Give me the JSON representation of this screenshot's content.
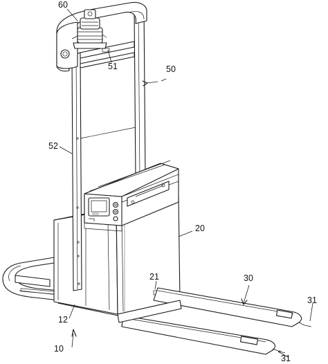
{
  "labels": {
    "l60": "60",
    "l51": "51",
    "l50": "50",
    "l52": "52",
    "l20": "20",
    "l21": "21",
    "l30": "30",
    "l31a": "31",
    "l12": "12",
    "l10": "10",
    "l31b": "31"
  },
  "colors": {
    "ink": "#1a1a1a",
    "background": "#ffffff"
  }
}
